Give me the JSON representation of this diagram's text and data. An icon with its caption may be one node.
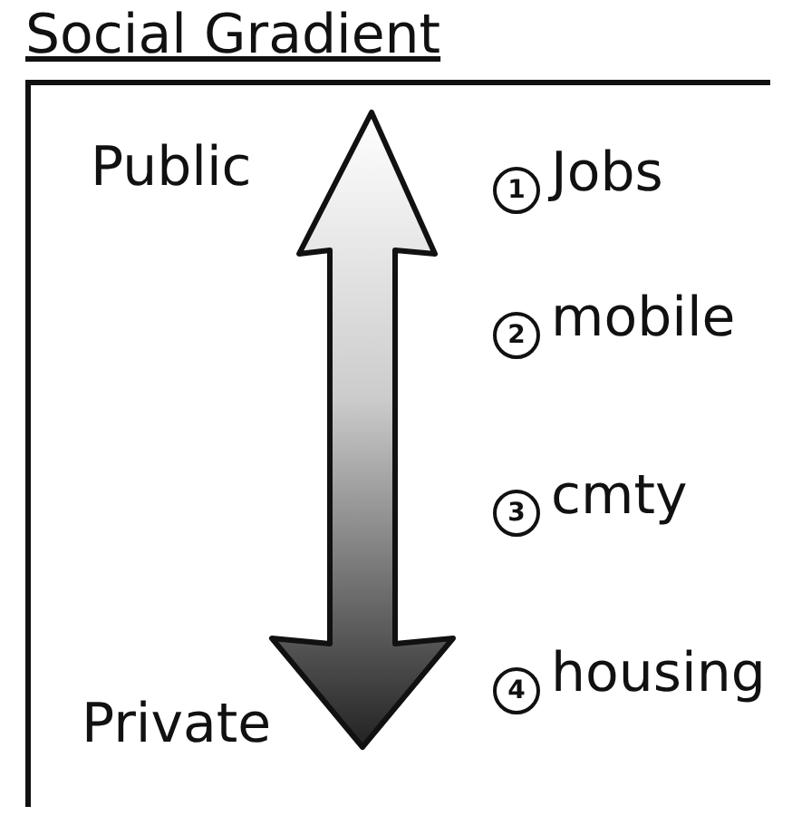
{
  "diagram": {
    "title": "Social Gradient",
    "labels": [
      "Public",
      "1",
      "Jobs",
      "2",
      "mobile",
      "3",
      "cmty",
      "Private",
      "4",
      "housing"
    ]
  }
}
